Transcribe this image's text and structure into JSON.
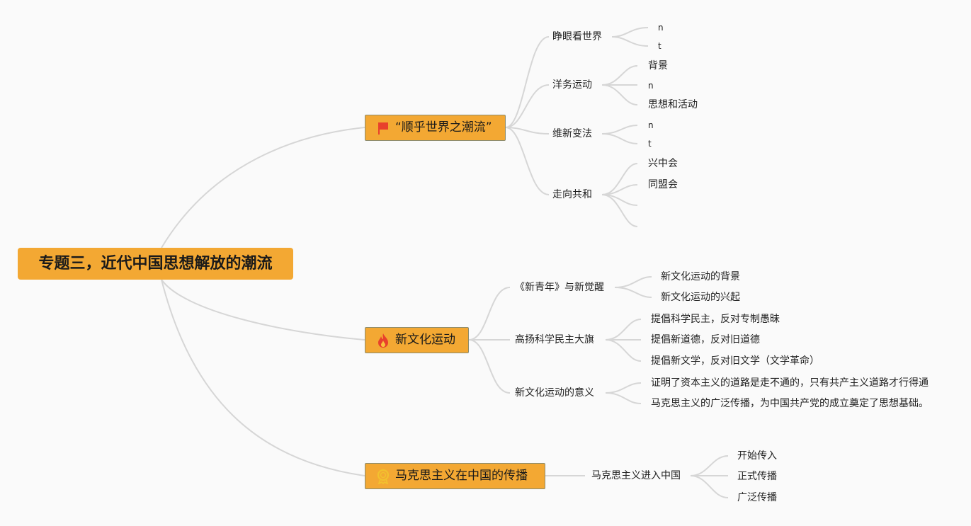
{
  "root": {
    "label": "专题三，近代中国思想解放的潮流"
  },
  "topics": [
    {
      "label": "“顺乎世界之潮流”",
      "icon": "red-flag-icon",
      "subs": [
        {
          "label": "睁眼看世界",
          "leaves": [
            "n",
            "t"
          ]
        },
        {
          "label": "洋务运动",
          "leaves": [
            "背景",
            "n",
            "思想和活动"
          ]
        },
        {
          "label": "维新变法",
          "leaves": [
            "n",
            "t"
          ]
        },
        {
          "label": "走向共和",
          "leaves": [
            "兴中会",
            "同盟会",
            "",
            ""
          ]
        }
      ]
    },
    {
      "label": "新文化运动",
      "icon": "fire-icon",
      "subs": [
        {
          "label": "《新青年》与新觉醒",
          "leaves": [
            "新文化运动的背景",
            "新文化运动的兴起"
          ]
        },
        {
          "label": "高扬科学民主大旗",
          "leaves": [
            "提倡科学民主，反对专制愚昧",
            "提倡新道德，反对旧道德",
            "提倡新文学，反对旧文学（文学革命）"
          ]
        },
        {
          "label": "新文化运动的意义",
          "leaves": [
            "证明了资本主义的道路是走不通的，只有共产主义道路才行得通",
            "马克思主义的广泛传播，为中国共产党的成立奠定了思想基础。"
          ]
        }
      ]
    },
    {
      "label": "马克思主义在中国的传播",
      "icon": "medal-icon",
      "subs": [
        {
          "label": "马克思主义进入中国",
          "leaves": [
            "开始传入",
            "正式传播",
            "广泛传播"
          ]
        }
      ]
    }
  ],
  "colors": {
    "background": "#fafafa",
    "topic_fill": "#f3a833",
    "connector": "#d6d6d6",
    "flag": "#e8412c",
    "fire": "#e8412c",
    "medal": "#f2c12e"
  }
}
